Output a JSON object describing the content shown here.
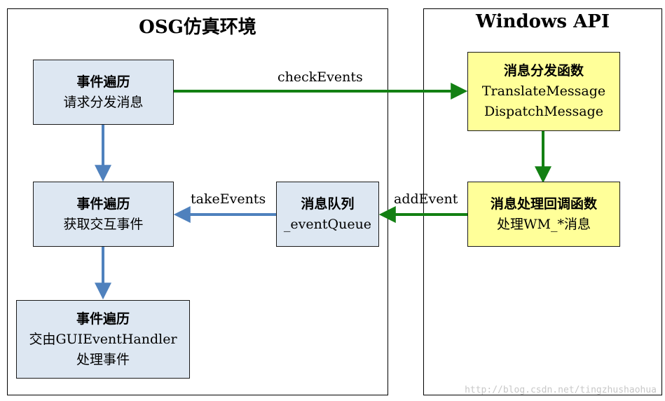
{
  "left_panel": {
    "title": "OSG仿真环境"
  },
  "right_panel": {
    "title": "Windows API"
  },
  "boxes": {
    "event_traverse_1": {
      "head": "事件遍历",
      "line": "请求分发消息"
    },
    "event_traverse_2": {
      "head": "事件遍历",
      "line": "获取交互事件"
    },
    "event_traverse_3": {
      "head": "事件遍历",
      "line": "交由GUIEventHandler",
      "line2": "处理事件"
    },
    "event_queue": {
      "head": "消息队列",
      "line": "_eventQueue"
    },
    "dispatch": {
      "head": "消息分发函数",
      "line": "TranslateMessage",
      "line2": "DispatchMessage"
    },
    "callback": {
      "head": "消息处理回调函数",
      "line": "处理WM_*消息"
    }
  },
  "edges": {
    "check_events": "checkEvents",
    "take_events": "takeEvents",
    "add_event": "addEvent"
  },
  "colors": {
    "green": "#138013",
    "blue": "#4f81bd",
    "box_blue": "#dde7f2",
    "box_yellow": "#ffff99"
  },
  "watermark": "http://blog.csdn.net/tingzhushaohua"
}
